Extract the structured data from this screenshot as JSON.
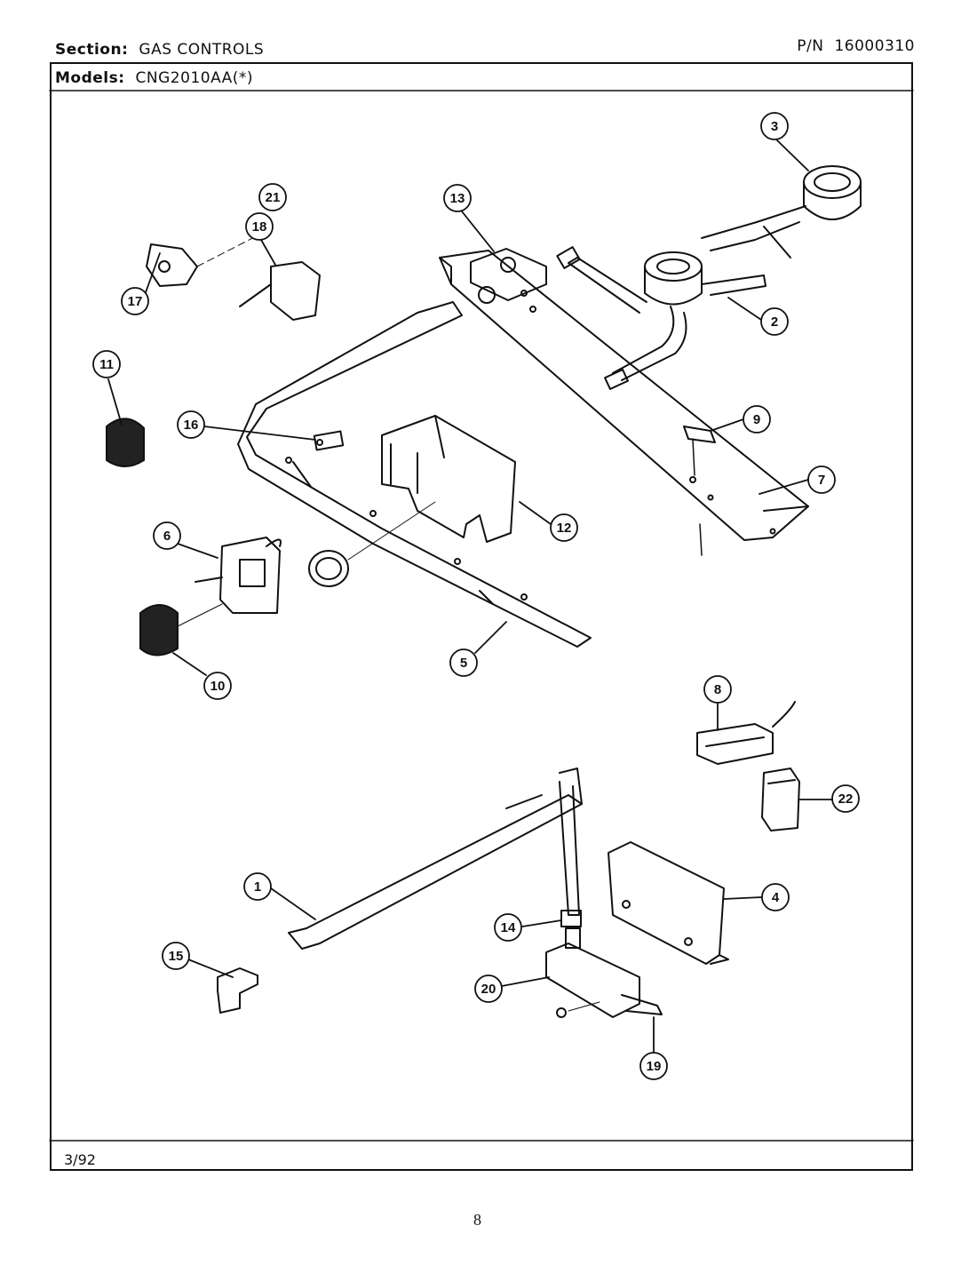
{
  "header": {
    "section_label": "Section:",
    "section_value": "GAS CONTROLS",
    "pn_label": "P/N",
    "pn_value": "16000310",
    "models_label": "Models:",
    "models_value": "CNG2010AA(*)"
  },
  "footer": {
    "date": "3/92",
    "page_number": "8"
  },
  "callouts": {
    "c1": "1",
    "c2": "2",
    "c3": "3",
    "c4": "4",
    "c5": "5",
    "c6": "6",
    "c7": "7",
    "c8": "8",
    "c9": "9",
    "c10": "10",
    "c11": "11",
    "c12": "12",
    "c13": "13",
    "c14": "14",
    "c15": "15",
    "c16": "16",
    "c17": "17",
    "c18": "18",
    "c19": "19",
    "c20": "20",
    "c21": "21",
    "c22": "22"
  }
}
